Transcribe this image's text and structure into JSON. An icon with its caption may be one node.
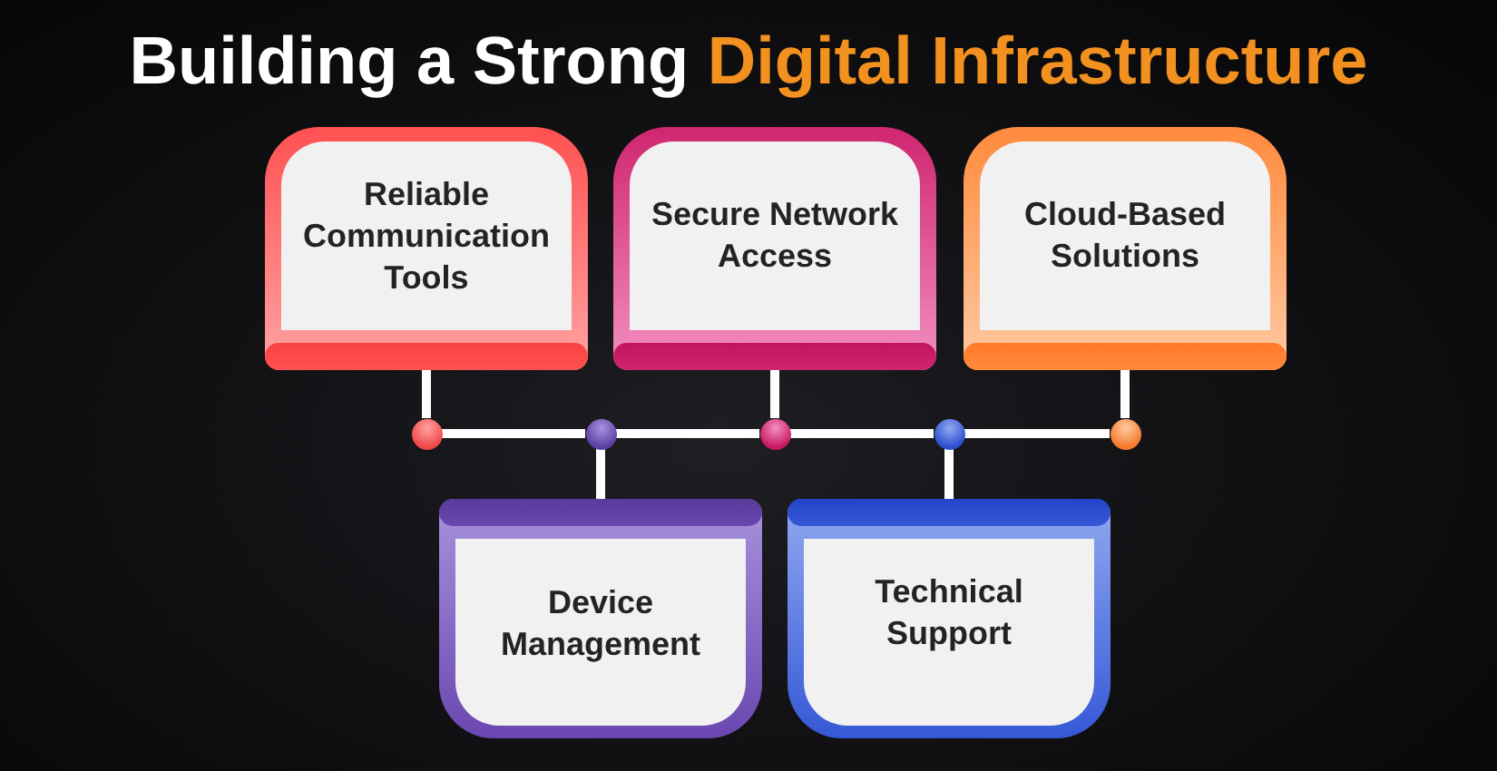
{
  "diagram": {
    "title": "Building a Strong **Digital Infrastructure**",
    "nodes": [
      {
        "text": [
          "Reliable Communication Tools"
        ]
      },
      {
        "text": [
          "Secure Network Access"
        ]
      },
      {
        "text": [
          "Cloud-Based Solutions"
        ]
      },
      {
        "text": [],
        "shape": "circle"
      },
      {
        "text": [],
        "shape": "circle"
      },
      {
        "text": [],
        "shape": "circle"
      },
      {
        "text": [],
        "shape": "circle"
      },
      {
        "text": [],
        "shape": "circle"
      },
      {
        "text": [
          "Device Management"
        ]
      },
      {
        "text": [
          "Technical Support"
        ]
      }
    ],
    "edges": [
      {
        "from": 0,
        "to": 3,
        "arrow": "none"
      },
      {
        "from": 1,
        "to": 5,
        "arrow": "none"
      },
      {
        "from": 2,
        "to": 7,
        "arrow": "none"
      },
      {
        "from": 3,
        "to": 4,
        "arrow": "none"
      },
      {
        "from": 4,
        "to": 5,
        "arrow": "none"
      },
      {
        "from": 5,
        "to": 6,
        "arrow": "none"
      },
      {
        "from": 6,
        "to": 7,
        "arrow": "none"
      },
      {
        "from": 4,
        "to": 8,
        "arrow": "none"
      },
      {
        "from": 6,
        "to": 9,
        "arrow": "none"
      }
    ]
  }
}
